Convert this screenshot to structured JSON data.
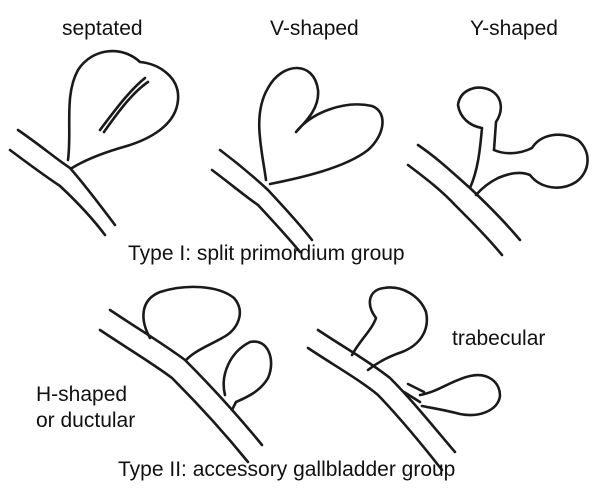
{
  "type1": {
    "variants": {
      "septated": "septated",
      "v_shaped": "V-shaped",
      "y_shaped": "Y-shaped"
    },
    "caption": "Type I: split primordium group"
  },
  "type2": {
    "variants": {
      "h_shaped": "H-shaped\nor ductular",
      "trabecular": "trabecular"
    },
    "caption": "Type II: accessory gallbladder group"
  }
}
